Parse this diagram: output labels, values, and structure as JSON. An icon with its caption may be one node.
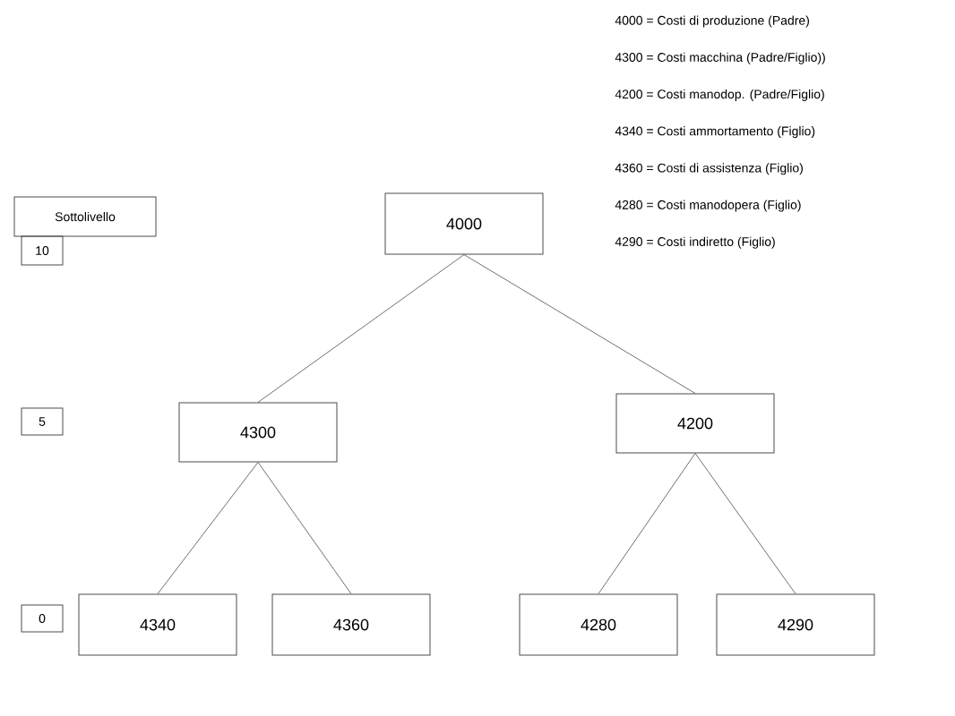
{
  "diagram": {
    "nodes": [
      {
        "text": [
          "Sottolivello"
        ]
      },
      {
        "text": [
          "10"
        ]
      },
      {
        "text": [
          "4000"
        ]
      },
      {
        "text": [
          "5"
        ]
      },
      {
        "text": [
          "4300"
        ]
      },
      {
        "text": [
          "4200"
        ]
      },
      {
        "text": [
          "0"
        ]
      },
      {
        "text": [
          "4340"
        ]
      },
      {
        "text": [
          "4360"
        ]
      },
      {
        "text": [
          "4280"
        ]
      },
      {
        "text": [
          "4290"
        ]
      }
    ],
    "edges": [
      {
        "from": 2,
        "to": 4,
        "arrow": "none"
      },
      {
        "from": 2,
        "to": 5,
        "arrow": "none"
      },
      {
        "from": 4,
        "to": 7,
        "arrow": "none"
      },
      {
        "from": 4,
        "to": 8,
        "arrow": "none"
      },
      {
        "from": 5,
        "to": 9,
        "arrow": "none"
      },
      {
        "from": 5,
        "to": 10,
        "arrow": "none"
      }
    ],
    "labels": [
      "4000 = Costi di produzione (Padre)",
      "4300 = Costi macchina (Padre/Figlio))",
      "4200 = Costi manodop. (Padre/Figlio)",
      "4340 = Costi ammortamento (Figlio)",
      "4360 = Costi di assistenza (Figlio)",
      "4280 = Costi manodopera (Figlio)",
      "4290 = Costi indiretto (Figlio)"
    ]
  }
}
